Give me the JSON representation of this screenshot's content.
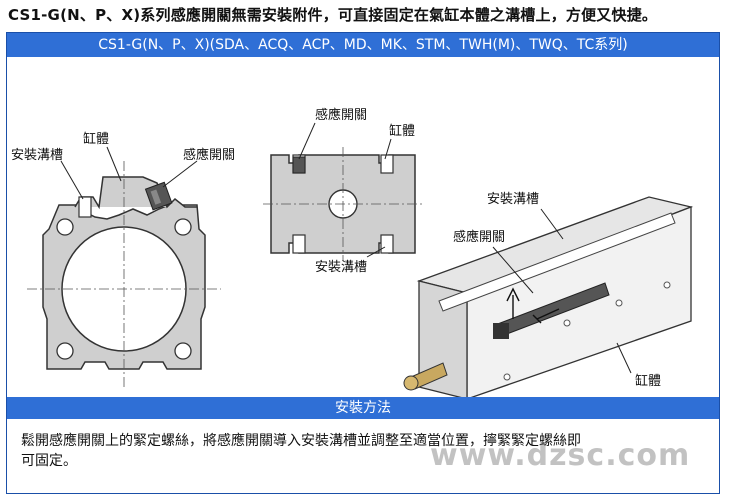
{
  "header": {
    "title": "CS1-G(N、P、X)系列感應開關無需安裝附件，可直接固定在氣缸本體之溝槽上，方便又快捷。"
  },
  "panel": {
    "series_heading": "CS1-G(N、P、X)(SDA、ACQ、ACP、MD、MK、STM、TWH(M)、TWQ、TC系列)",
    "section_heading": "安裝方法",
    "description_line1": "鬆開感應開關上的緊定螺絲，將感應開關導入安裝溝槽並調整至適當位置，擰緊緊定螺絲即",
    "description_line2": "可固定。"
  },
  "diagram_left": {
    "label_groove": "安裝溝槽",
    "label_body": "缸體",
    "label_switch": "感應開關"
  },
  "diagram_middle": {
    "label_switch": "感應開關",
    "label_body": "缸體",
    "label_groove": "安裝溝槽"
  },
  "diagram_right": {
    "label_groove": "安裝溝槽",
    "label_switch": "感應開關",
    "label_body": "缸體"
  },
  "watermark": {
    "text": "www.dzsc.com"
  },
  "colors": {
    "accent_bar": "#2f6fd6",
    "part_fill": "#cfcfcf",
    "switch_fill": "#555555"
  }
}
